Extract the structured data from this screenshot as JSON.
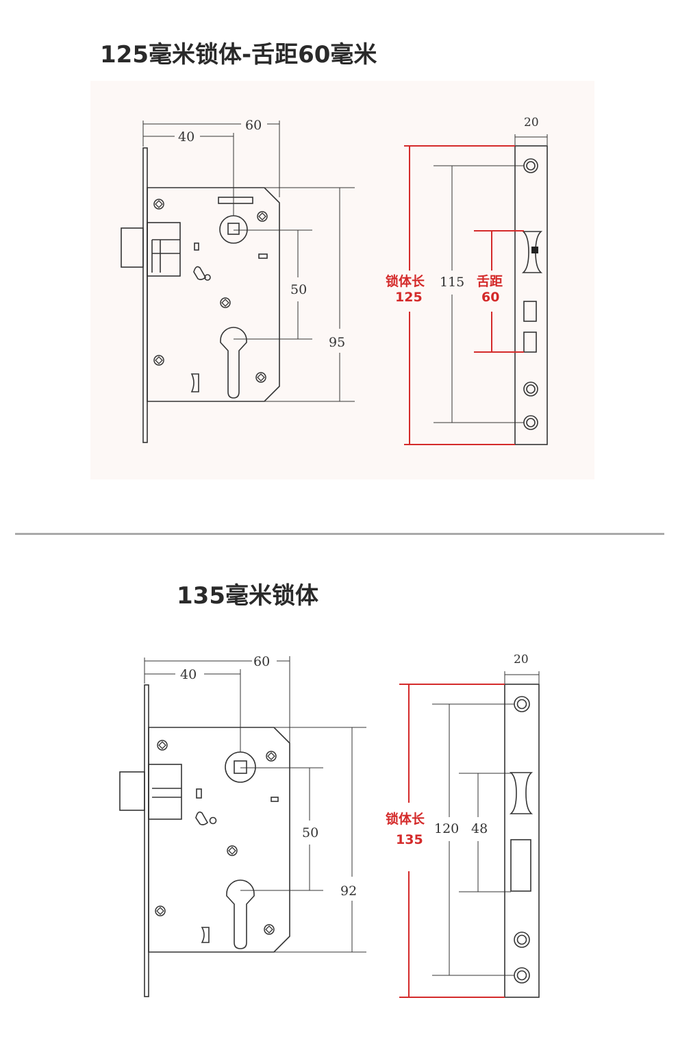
{
  "section1": {
    "title": "125毫米锁体-舌距60毫米",
    "dims": {
      "backset": "40",
      "faceplate_to_cyl": "60",
      "spacing": "50",
      "height": "95",
      "face_width": "20",
      "screw_span": "115"
    },
    "red_labels": {
      "length_label": "锁体长",
      "length_value": "125",
      "tongue_label": "舌距",
      "tongue_value": "60"
    }
  },
  "section2": {
    "title": "135毫米锁体",
    "dims": {
      "backset": "40",
      "faceplate_to_cyl": "60",
      "spacing": "50",
      "height": "92",
      "face_width": "20",
      "screw_span": "120",
      "latch_span": "48"
    },
    "red_labels": {
      "length_label": "锁体长",
      "length_value": "135"
    }
  },
  "colors": {
    "line": "#333333",
    "accent_red": "#d42a2a",
    "panel_bg": "#fdf8f6",
    "separator": "#a9a9a9"
  }
}
